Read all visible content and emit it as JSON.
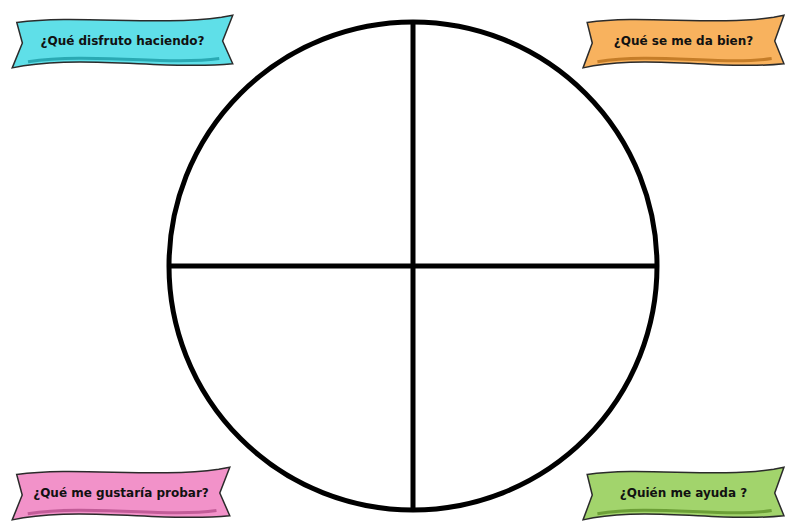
{
  "diagram": {
    "nodes": [
      {
        "text": [
          "¿Qué disfruto haciendo?"
        ]
      },
      {
        "text": [
          "¿Qué se me da bien?"
        ]
      },
      {
        "text": [
          "¿Qué me gustaría probar?"
        ]
      },
      {
        "text": [
          "¿Quién me ayuda ?"
        ]
      }
    ]
  }
}
